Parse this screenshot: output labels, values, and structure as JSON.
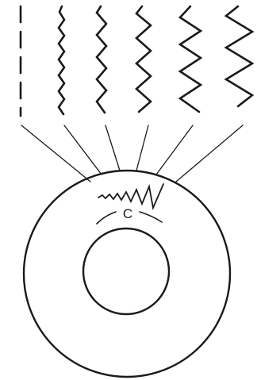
{
  "diagram": {
    "center_label": "C",
    "colors": {
      "ink": "#1a1a1a",
      "background": "#ffffff"
    },
    "waves": [
      {
        "style": "dashed"
      },
      {
        "style": "zigzag",
        "amplitude_level": 1
      },
      {
        "style": "zigzag",
        "amplitude_level": 2
      },
      {
        "style": "zigzag",
        "amplitude_level": 3
      },
      {
        "style": "zigzag",
        "amplitude_level": 4
      },
      {
        "style": "zigzag",
        "amplitude_level": 5
      }
    ]
  }
}
